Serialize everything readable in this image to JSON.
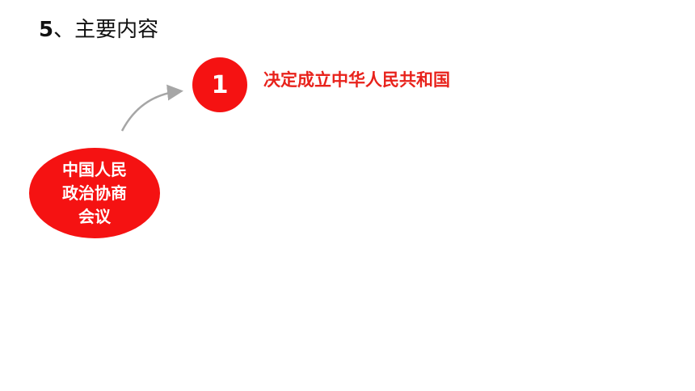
{
  "heading": {
    "number": "5",
    "text": "、主要内容"
  },
  "step": {
    "number": "1",
    "text": "决定成立中华人民共和国"
  },
  "organization": {
    "lines": [
      "中国人民",
      "政治协商",
      "会议"
    ]
  },
  "colors": {
    "accent_red": "#f51212",
    "text_red": "#e8221b",
    "arrow_gray": "#a6a6a6",
    "title_text": "#111111"
  },
  "icons": {
    "connector": "curved-arrow-icon"
  }
}
